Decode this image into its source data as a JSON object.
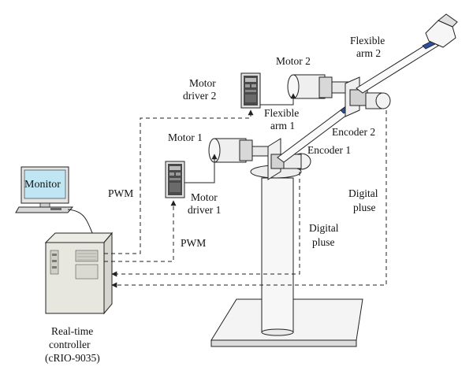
{
  "labels": {
    "motor1": "Motor 1",
    "motor2": "Motor 2",
    "motor_driver1_l1": "Motor",
    "motor_driver1_l2": "driver 1",
    "motor_driver2_l1": "Motor",
    "motor_driver2_l2": "driver 2",
    "flexible_arm1_l1": "Flexible",
    "flexible_arm1_l2": "arm 1",
    "flexible_arm2_l1": "Flexible",
    "flexible_arm2_l2": "arm 2",
    "encoder1": "Encoder 1",
    "encoder2": "Encoder 2",
    "digital_pulse1_l1": "Digital",
    "digital_pulse1_l2": "pluse",
    "digital_pulse2_l1": "Digital",
    "digital_pulse2_l2": "pluse",
    "pwm_upper": "PWM",
    "pwm_lower": "PWM",
    "monitor": "Monitor",
    "controller_l1": "Real-time",
    "controller_l2": "controller",
    "controller_l3": "(cRIO-9035)"
  },
  "colors": {
    "line": "#222222",
    "device_gray": "#d9d9d9",
    "device_dark": "#4a4a4a",
    "controller_fill": "#e7e7df",
    "screen": "#bfe6f2",
    "arm_blue": "#2d4f9e"
  }
}
